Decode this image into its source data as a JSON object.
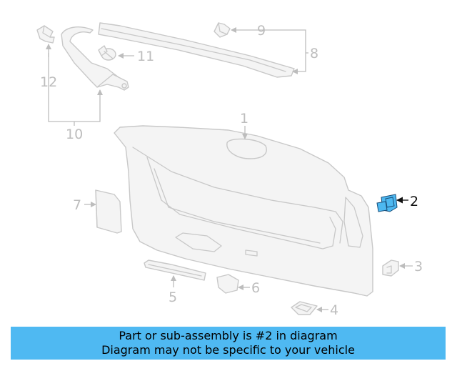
{
  "diagram": {
    "callouts": {
      "c1": "1",
      "c2": "2",
      "c3": "3",
      "c4": "4",
      "c5": "5",
      "c6": "6",
      "c7": "7",
      "c8": "8",
      "c9": "9",
      "c10": "10",
      "c11": "11",
      "c12": "12"
    },
    "highlighted_part": "2",
    "colors": {
      "highlight": "#4db8f0",
      "banner": "#4fb9f2",
      "inactive": "#bdbdbd",
      "active": "#111111"
    }
  },
  "banner": {
    "line1": "Part or sub-assembly is #2 in diagram",
    "line2": "Diagram may not be specific to your vehicle"
  }
}
